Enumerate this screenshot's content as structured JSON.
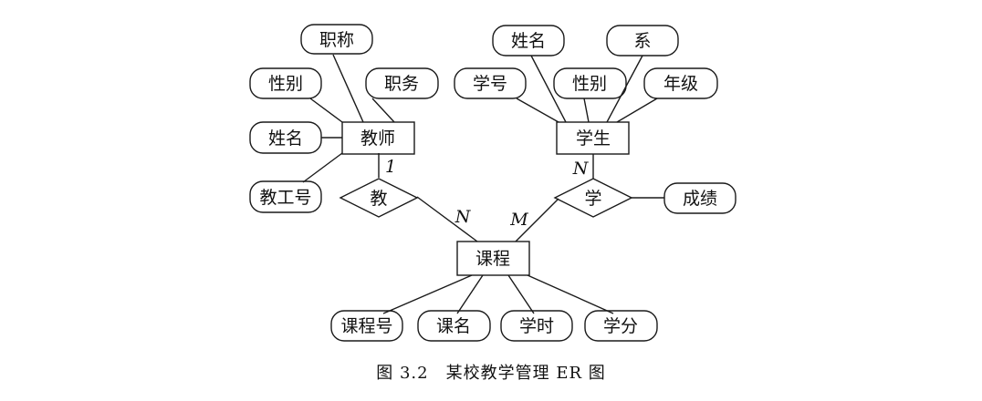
{
  "entities": {
    "teacher": "教师",
    "student": "学生",
    "course": "课程"
  },
  "relationships": {
    "teach": "教",
    "learn": "学"
  },
  "attributes": {
    "t_title": "职称",
    "t_gender": "性别",
    "t_duty": "职务",
    "t_name": "姓名",
    "t_id": "教工号",
    "s_name": "姓名",
    "s_dept": "系",
    "s_id": "学号",
    "s_gender": "性别",
    "s_grade": "年级",
    "grade": "成绩",
    "c_id": "课程号",
    "c_name": "课名",
    "c_hours": "学时",
    "c_credit": "学分"
  },
  "cardinalities": {
    "teacher_teach": "1",
    "teach_course": "N",
    "student_learn": "N",
    "learn_course": "M"
  },
  "caption": "图 3.2　某校教学管理 ER 图",
  "colors": {
    "stroke": "#1a1a1a",
    "background": "#ffffff"
  }
}
